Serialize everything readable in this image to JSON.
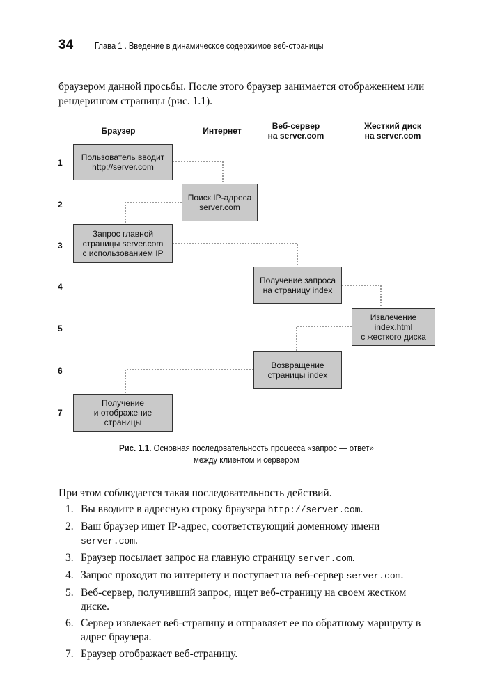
{
  "header": {
    "page_number": "34",
    "running_title": "Глава 1 . Введение в динамическое содержимое веб-страницы"
  },
  "intro_text": "браузером данной просьбы. После этого браузер занимается отображением или рендерингом страницы (рис. 1.1).",
  "figure": {
    "columns": [
      "Браузер",
      "Интернет",
      "Веб-сервер\nна server.com",
      "Жесткий диск\nна server.com"
    ],
    "rows": [
      "1",
      "2",
      "3",
      "4",
      "5",
      "6",
      "7"
    ],
    "boxes": [
      "Пользователь вводит\nhttp://server.com",
      "Поиск IP-адреса\nserver.com",
      "Запрос главной\nстраницы server.com\nс использованием IP",
      "Получение запроса\nна страницу index",
      "Извлечение\nindex.html\nс жесткого диска",
      "Возвращение\nстраницы index",
      "Получение\nи отображение\nстраницы"
    ],
    "caption_label": "Рис. 1.1.",
    "caption_line1": "Основная последовательность процесса «запрос — ответ»",
    "caption_line2": "между клиентом и сервером"
  },
  "steps_intro": "При этом соблюдается такая последовательность действий.",
  "steps": [
    {
      "num": "1.",
      "text": "Вы вводите в адресную строку браузера ",
      "code": "http://server.com",
      "after": "."
    },
    {
      "num": "2.",
      "text": "Ваш браузер ищет IP-адрес, соответствующий доменному имени ",
      "code": "server.com",
      "after": "."
    },
    {
      "num": "3.",
      "text": "Браузер посылает запрос на главную страницу ",
      "code": "server.com",
      "after": "."
    },
    {
      "num": "4.",
      "text": "Запрос проходит по интернету и поступает на веб-сервер ",
      "code": "server.com",
      "after": "."
    },
    {
      "num": "5.",
      "text": "Веб-сервер, получивший запрос, ищет веб-страницу на своем жестком диске.",
      "code": "",
      "after": ""
    },
    {
      "num": "6.",
      "text": "Сервер извлекает веб-страницу и отправляет ее по обратному маршруту в адрес браузера.",
      "code": "",
      "after": ""
    },
    {
      "num": "7.",
      "text": "Браузер отображает веб-страницу.",
      "code": "",
      "after": ""
    }
  ]
}
